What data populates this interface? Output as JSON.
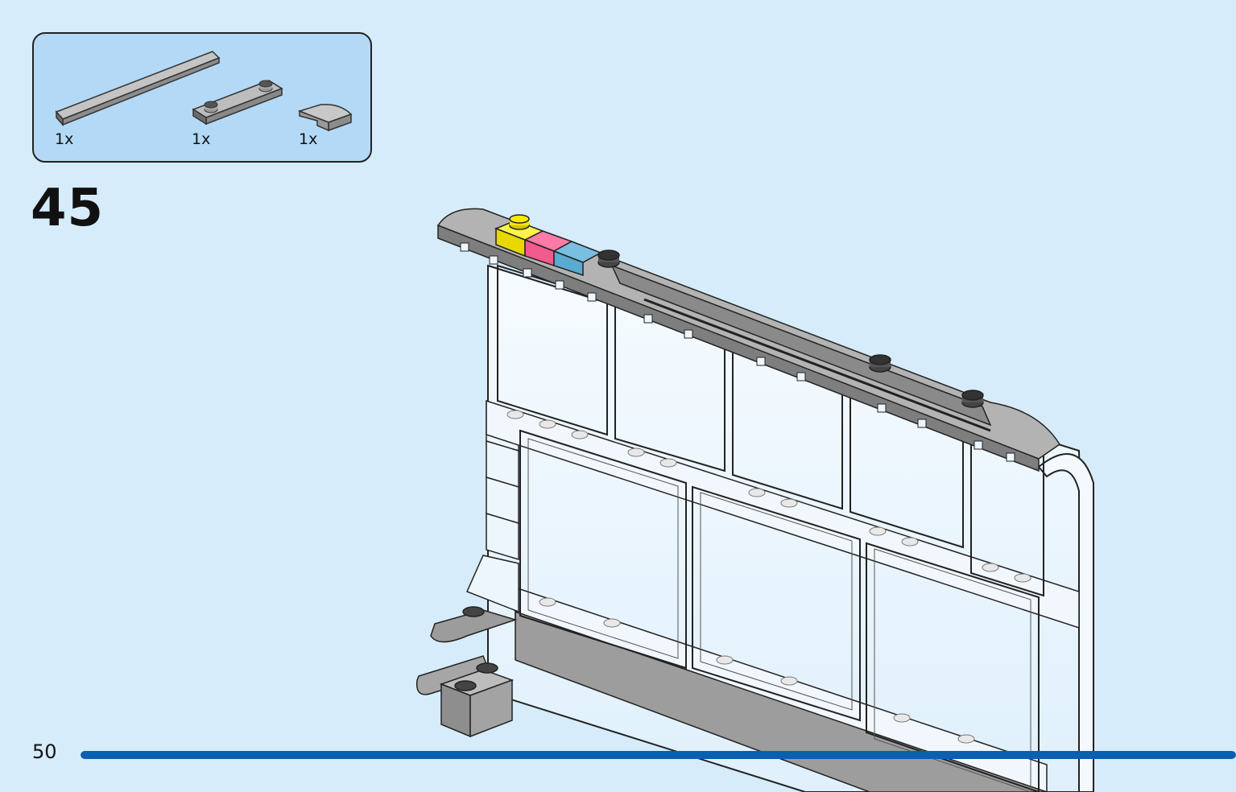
{
  "page": {
    "number": "50",
    "progress": 1.0
  },
  "step": {
    "number": "45"
  },
  "parts": [
    {
      "qty": "1x",
      "name": "plate-1x8-flat",
      "color": "#a8a8a8"
    },
    {
      "qty": "1x",
      "name": "plate-1x4-two-studs",
      "color": "#a8a8a8"
    },
    {
      "qty": "1x",
      "name": "curved-slope-1x2",
      "color": "#a8a8a8"
    }
  ],
  "colors": {
    "background": "#d6ecfb",
    "parts_panel": "#b3d9f6",
    "progress_bar": "#0a5fb0",
    "grey_part": "#a8a8a8",
    "highlight_yellow": "#f2e600",
    "highlight_pink": "#f25a8c",
    "highlight_blue": "#5aaad2"
  }
}
